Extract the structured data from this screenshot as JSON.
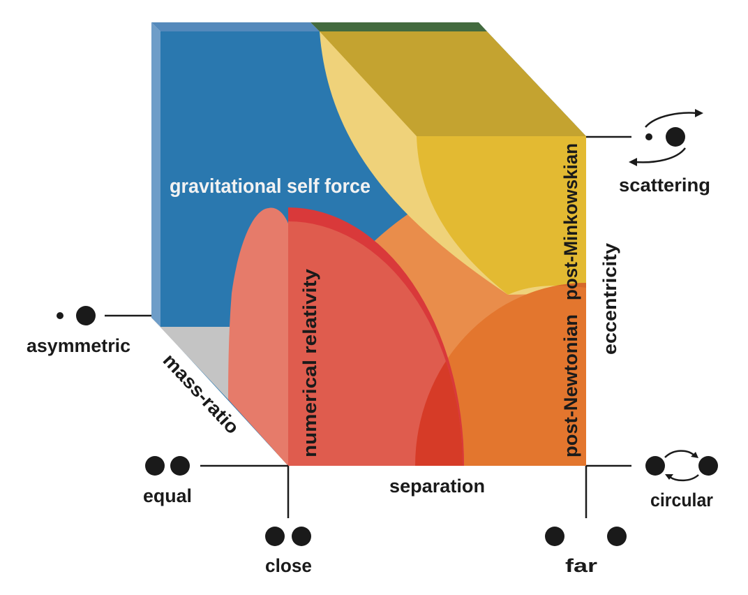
{
  "regions": {
    "gsf": "gravitational self force",
    "nr": "numerical relativity",
    "pn": "post-Newtonian",
    "pm": "post-Minkowskian"
  },
  "axes": {
    "mass_ratio": "mass-ratio",
    "separation": "separation",
    "eccentricity": "eccentricity"
  },
  "endpoints": {
    "asymmetric": "asymmetric",
    "equal": "equal",
    "close": "close",
    "far": "far",
    "circular": "circular",
    "scattering": "scattering"
  },
  "colors": {
    "gsf": "#2A78AF",
    "top_face": "#C4A330",
    "pm": "#E3BA32",
    "pale": "#EFD27A",
    "pn_light": "#E98D4B",
    "pn": "#E3762E",
    "nr": "#DF5C4E",
    "nr_side": "#E67B6A",
    "floor": "#C4C4C4"
  }
}
